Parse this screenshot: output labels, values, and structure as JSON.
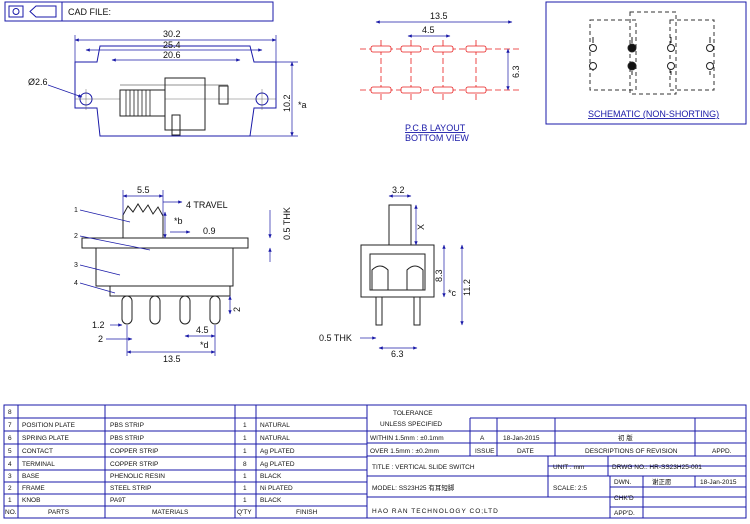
{
  "header": {
    "cad_file_label": "CAD FILE:"
  },
  "top_view": {
    "dim_overall": "30.2",
    "dim_mid": "25.4",
    "dim_inner": "20.6",
    "dim_hole": "Ø2.6",
    "dim_height": "10.2",
    "dim_height_tag": "*a"
  },
  "pcb": {
    "dim_width": "13.5",
    "dim_pitch": "4.5",
    "dim_row": "6.3",
    "title_line1": "P.C.B LAYOUT",
    "title_line2": "BOTTOM VIEW"
  },
  "schematic": {
    "title": "SCHEMATIC (NON-SHORTING)"
  },
  "side_view": {
    "dim_knob": "5.5",
    "travel": "4 TRAVEL",
    "tag_b": "*b",
    "dim_09": "0.9",
    "dim_thk": "0.5 THK",
    "dim_12": "1.2",
    "dim_2": "2",
    "dim_45": "4.5",
    "tag_d": "*d",
    "dim_135": "13.5",
    "dim_2r": "2",
    "callouts": [
      "1",
      "2",
      "3",
      "4"
    ]
  },
  "end_view": {
    "dim_32": "3.2",
    "dim_x": "X",
    "dim_83": "8.3",
    "tag_c": "*c",
    "dim_112": "11.2",
    "dim_thk": "0.5 THK",
    "dim_63": "6.3"
  },
  "bom": {
    "headers": [
      "NO.",
      "PARTS",
      "MATERIALS",
      "Q'TY",
      "FINISH"
    ],
    "rows": [
      [
        "8",
        "",
        "",
        "",
        ""
      ],
      [
        "7",
        "POSITION PLATE",
        "PBS STRIP",
        "1",
        "NATURAL"
      ],
      [
        "6",
        "SPRING PLATE",
        "PBS STRIP",
        "1",
        "NATURAL"
      ],
      [
        "5",
        "CONTACT",
        "COPPER STRIP",
        "1",
        "Ag PLATED"
      ],
      [
        "4",
        "TERMINAL",
        "COPPER STRIP",
        "8",
        "Ag PLATED"
      ],
      [
        "3",
        "BASE",
        "PHENOLIC RESIN",
        "1",
        "BLACK"
      ],
      [
        "2",
        "FRAME",
        "STEEL STRIP",
        "1",
        "Ni PLATED"
      ],
      [
        "1",
        "KNOB",
        "PA9T",
        "1",
        "BLACK"
      ]
    ]
  },
  "title_block": {
    "tolerance": "TOLERANCE",
    "unless": "UNLESS   SPECIFIED",
    "within": "WITHIN 1.5mm : ±0.1mm",
    "over": "OVER 1.5mm : ±0.2mm",
    "rev_letter": "A",
    "rev_date": "18-Jan-2015",
    "rev_desc": "初 版",
    "col_issue": "ISSUE",
    "col_date": "DATE",
    "col_desc": "DESCRIPTIONS OF REVISION",
    "col_appd": "APPD.",
    "title": "TITLE :  VERTICAL SLIDE SWITCH",
    "unit": "UNIT :  mm",
    "drwg_no": "DRWG NO.:  HR-SS23H25-001",
    "model": "MODEL:   SS23H25  有耳短脚",
    "scale": "SCALE:  2:5",
    "dwn_label": "DWN.",
    "dwn_name": "谢正愿",
    "dwn_date": "18-Jan-2015",
    "chkd_label": "CHK'D",
    "appd_label": "APP'D.",
    "company": "HAO RAN TECHNOLOGY CO;LTD"
  }
}
